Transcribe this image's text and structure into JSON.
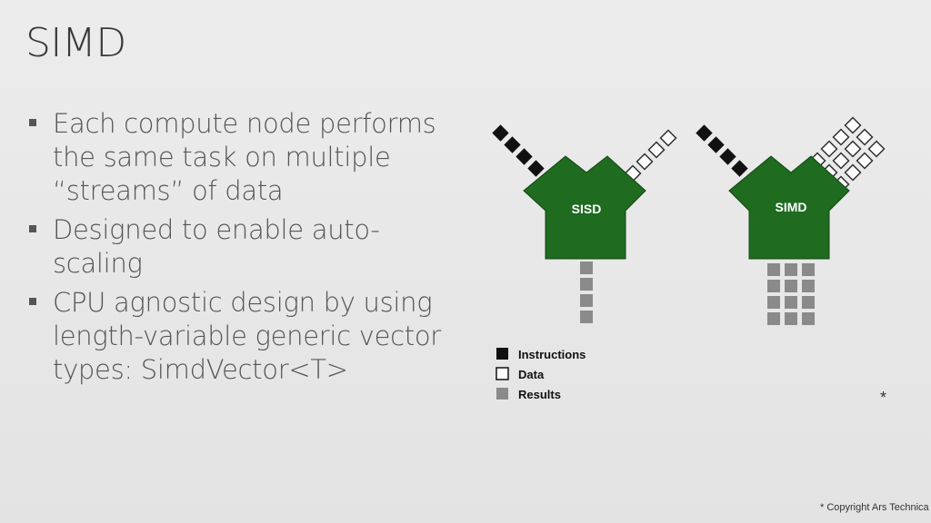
{
  "title": "SIMD",
  "bullets": [
    "Each compute node performs the same task on multiple “streams” of data",
    "Designed to enable auto-scaling",
    "CPU agnostic design by using length-variable generic vector types: SimdVector<T>"
  ],
  "diagram": {
    "left_node_label": "SISD",
    "right_node_label": "SIMD",
    "legend": {
      "instructions": "Instructions",
      "data": "Data",
      "results": "Results"
    },
    "colors": {
      "node": "#1f6b1f",
      "instruction": "#111111",
      "data_fill": "#ffffff",
      "result": "#8a8a8a"
    }
  },
  "asterisk": "*",
  "copyright": "* Copyright Ars Technica"
}
